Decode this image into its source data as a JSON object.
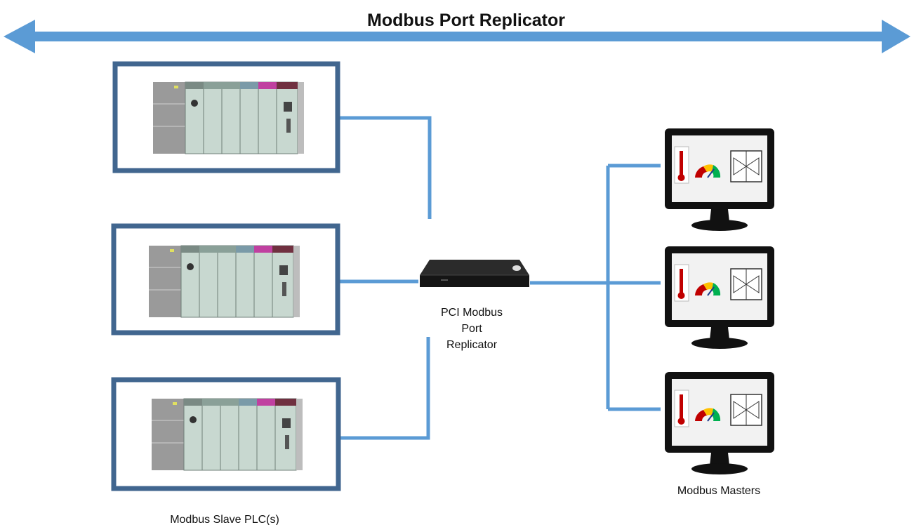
{
  "title": "Modbus Port Replicator",
  "labels": {
    "slaves": "Modbus Slave PLC(s)",
    "replicator_line1": "PCI Modbus",
    "replicator_line2": "Port",
    "replicator_line3": "Replicator",
    "masters": "Modbus Masters"
  },
  "colors": {
    "arrow": "#5b9bd5",
    "connector": "#5b9bd5",
    "frame": "#41668f",
    "plc_module": "#c8d8d0",
    "plc_backplane": "#8c8c8c",
    "monitor_body": "#111111",
    "monitor_screen": "#f2f2f2"
  },
  "icons": {
    "plc": "plc-rack-icon",
    "replicator": "network-box-icon",
    "monitor": "monitor-icon",
    "thermometer": "thermometer-icon",
    "gauge": "gauge-icon",
    "valve": "valve-icon"
  }
}
